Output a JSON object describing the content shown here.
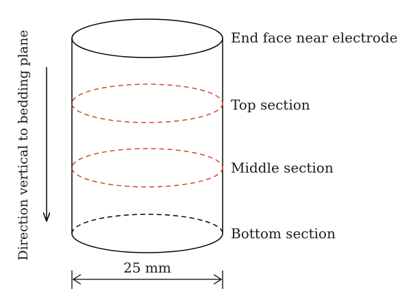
{
  "diagram": {
    "direction_label": "Direction vertical to bedding plane",
    "diameter_label": "25 mm",
    "section_labels": {
      "end_face": "End face near electrode",
      "top": "Top section",
      "middle": "Middle section",
      "bottom": "Bottom section"
    },
    "colors": {
      "outline": "#000000",
      "section_dashed": "#d0462b",
      "bottom_dashed": "#000000"
    }
  }
}
